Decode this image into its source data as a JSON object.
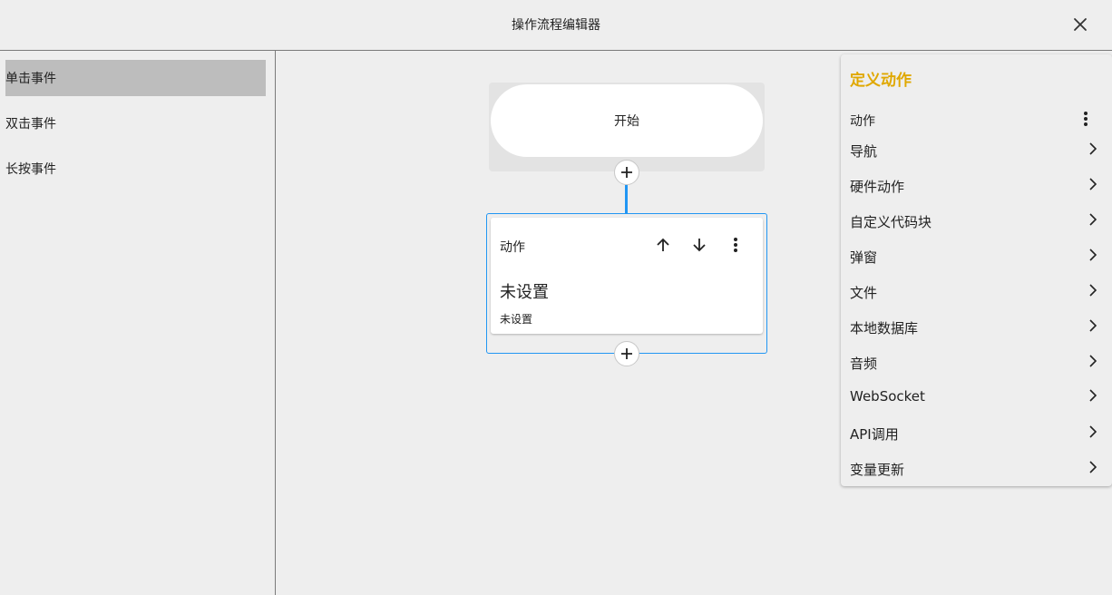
{
  "window": {
    "title": "操作流程编辑器"
  },
  "sidebar": {
    "items": [
      {
        "label": "单击事件"
      },
      {
        "label": "双击事件"
      },
      {
        "label": "长按事件"
      }
    ]
  },
  "flow": {
    "start_label": "开始",
    "action": {
      "label": "动作",
      "heading": "未设置",
      "subtext": "未设置"
    }
  },
  "panel": {
    "title": "定义动作",
    "subtitle": "动作",
    "items": [
      {
        "label": "导航"
      },
      {
        "label": "硬件动作"
      },
      {
        "label": "自定义代码块"
      },
      {
        "label": "弹窗"
      },
      {
        "label": "文件"
      },
      {
        "label": "本地数据库"
      },
      {
        "label": "音频"
      },
      {
        "label": "WebSocket"
      },
      {
        "label": "API调用"
      },
      {
        "label": "变量更新"
      }
    ]
  },
  "colors": {
    "accent_blue": "#2196f3",
    "panel_title": "#e0a800",
    "selected_bg": "#bdbdbd"
  }
}
